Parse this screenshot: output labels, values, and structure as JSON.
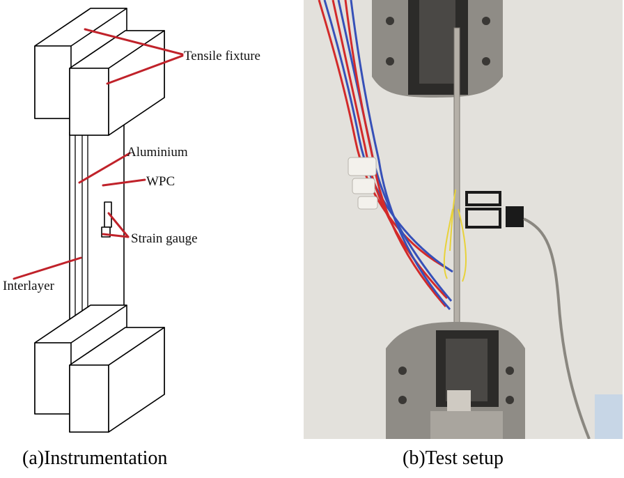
{
  "panel_a": {
    "labels": {
      "tensile_fixture": "Tensile fixture",
      "aluminium": "Aluminium",
      "wpc": "WPC",
      "strain_gauge": "Strain gauge",
      "interlayer": "Interlayer"
    },
    "caption": "(a)Instrumentation"
  },
  "panel_b": {
    "caption": "(b)Test setup"
  },
  "colors": {
    "leader_line": "#c0222a",
    "wall": "#e3e1dc",
    "grip": "#8f8c86",
    "wire_red": "#d22a2a",
    "wire_blue": "#3650b8",
    "wire_yellow": "#e8d23a"
  }
}
